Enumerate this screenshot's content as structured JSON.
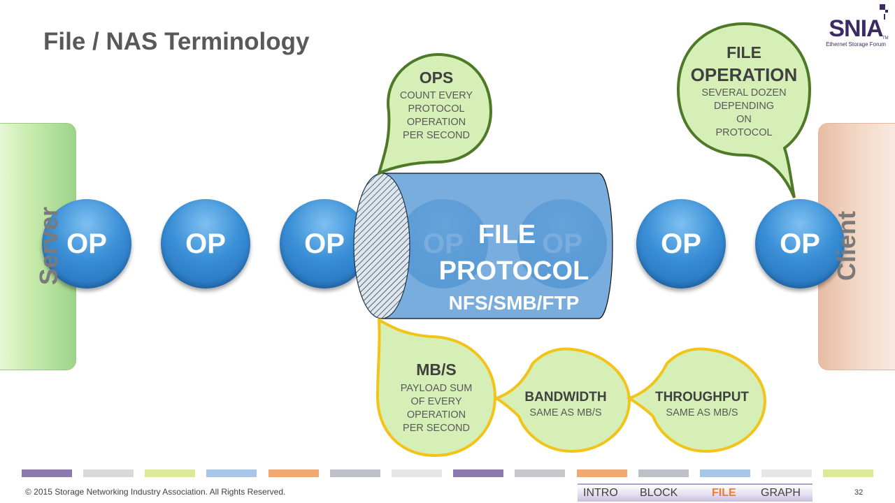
{
  "title": "File / NAS Terminology",
  "logo": {
    "name": "SNIA",
    "tm": "TM",
    "subtitle": "Ethernet Storage Forum"
  },
  "server_label": "Server",
  "client_label": "Client",
  "op_label": "OP",
  "protocol": {
    "line1": "FILE",
    "line2": "PROTOCOL",
    "line3": "NFS/SMB/FTP"
  },
  "bubbles": {
    "ops": {
      "heading": "OPS",
      "lines": [
        "COUNT EVERY",
        "PROTOCOL",
        "OPERATION",
        "PER SECOND"
      ]
    },
    "file_operation": {
      "heading1": "FILE",
      "heading2": "OPERATION",
      "lines": [
        "SEVERAL DOZEN",
        "DEPENDING",
        "ON",
        "PROTOCOL"
      ]
    },
    "mbs": {
      "heading": "MB/S",
      "lines": [
        "PAYLOAD SUM",
        "OF EVERY",
        "OPERATION",
        "PER SECOND"
      ]
    },
    "bandwidth": {
      "heading": "BANDWIDTH",
      "sub": "SAME AS MB/S"
    },
    "throughput": {
      "heading": "THROUGHPUT",
      "sub": "SAME AS MB/S"
    }
  },
  "colors": {
    "green_border": "#4e7a28",
    "yellow_border": "#f2c318",
    "bubble_fill": "#d6efb6",
    "op_blue": "#2b7fcf",
    "nav_active": "#ed7d31"
  },
  "footer": {
    "copyright": "© 2015 Storage Networking Industry Association. All Rights Reserved.",
    "page": "32",
    "nav": [
      {
        "label": "INTRO",
        "active": false
      },
      {
        "label": "BLOCK",
        "active": false
      },
      {
        "label": "FILE",
        "active": true
      },
      {
        "label": "GRAPH",
        "active": false
      }
    ],
    "color_squares": [
      "#8b7aab",
      "#d9d9d9",
      "#dde89a",
      "#a9c6e6",
      "#f0a874",
      "#c0c0c8",
      "#e6e6e6",
      "#8b7aab",
      "#c8c8cc",
      "#f0a874",
      "#c0c0c8",
      "#a9c6e6",
      "#e6e6e6",
      "#dde89a"
    ]
  }
}
